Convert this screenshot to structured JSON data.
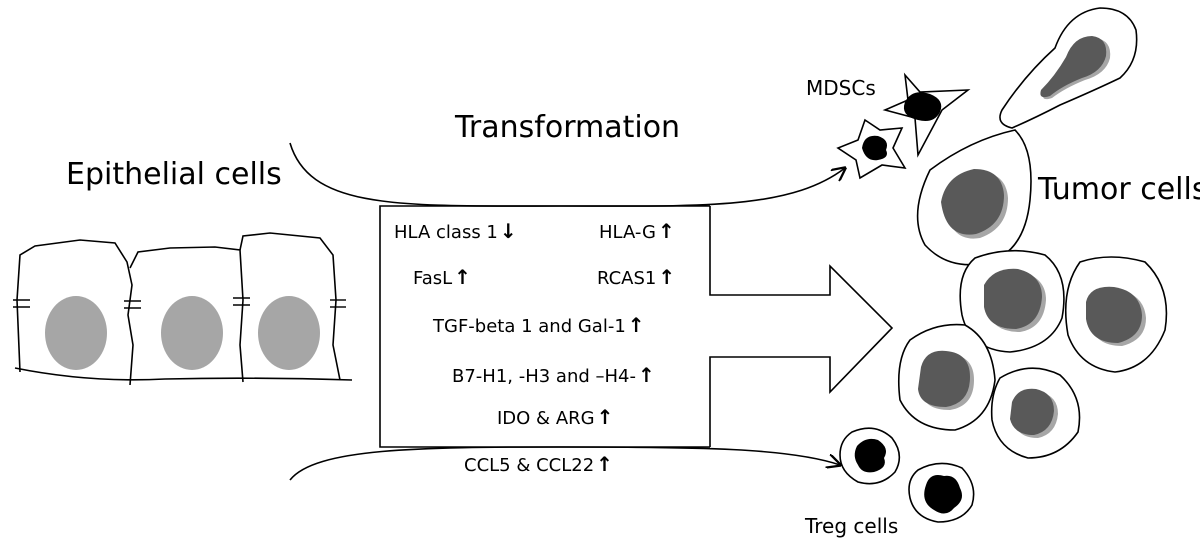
{
  "labels": {
    "epithelial": "Epithelial cells",
    "transformation": "Transformation",
    "mdscs": "MDSCs",
    "tumor": "Tumor cells",
    "treg": "Treg cells"
  },
  "molecules": [
    {
      "text": "HLA class 1",
      "direction": "down"
    },
    {
      "text": "HLA-G",
      "direction": "up"
    },
    {
      "text": "FasL",
      "direction": "up"
    },
    {
      "text": "RCAS1",
      "direction": "up"
    },
    {
      "text": "TGF-beta 1 and Gal-1",
      "direction": "up"
    },
    {
      "text": "B7-H1, -H3 and –H4-",
      "direction": "up"
    },
    {
      "text": "IDO & ARG",
      "direction": "up"
    },
    {
      "text": "CCL5 & CCL22",
      "direction": "up"
    }
  ],
  "arrow_glyphs": {
    "up": "↑",
    "down": "↓"
  },
  "colors": {
    "nucleus_epithelial": "#a6a6a6",
    "nucleus_tumor": "#595959",
    "nucleus_shadow": "#a6a6a6",
    "immune_nucleus": "#000000",
    "outline": "#000000"
  }
}
